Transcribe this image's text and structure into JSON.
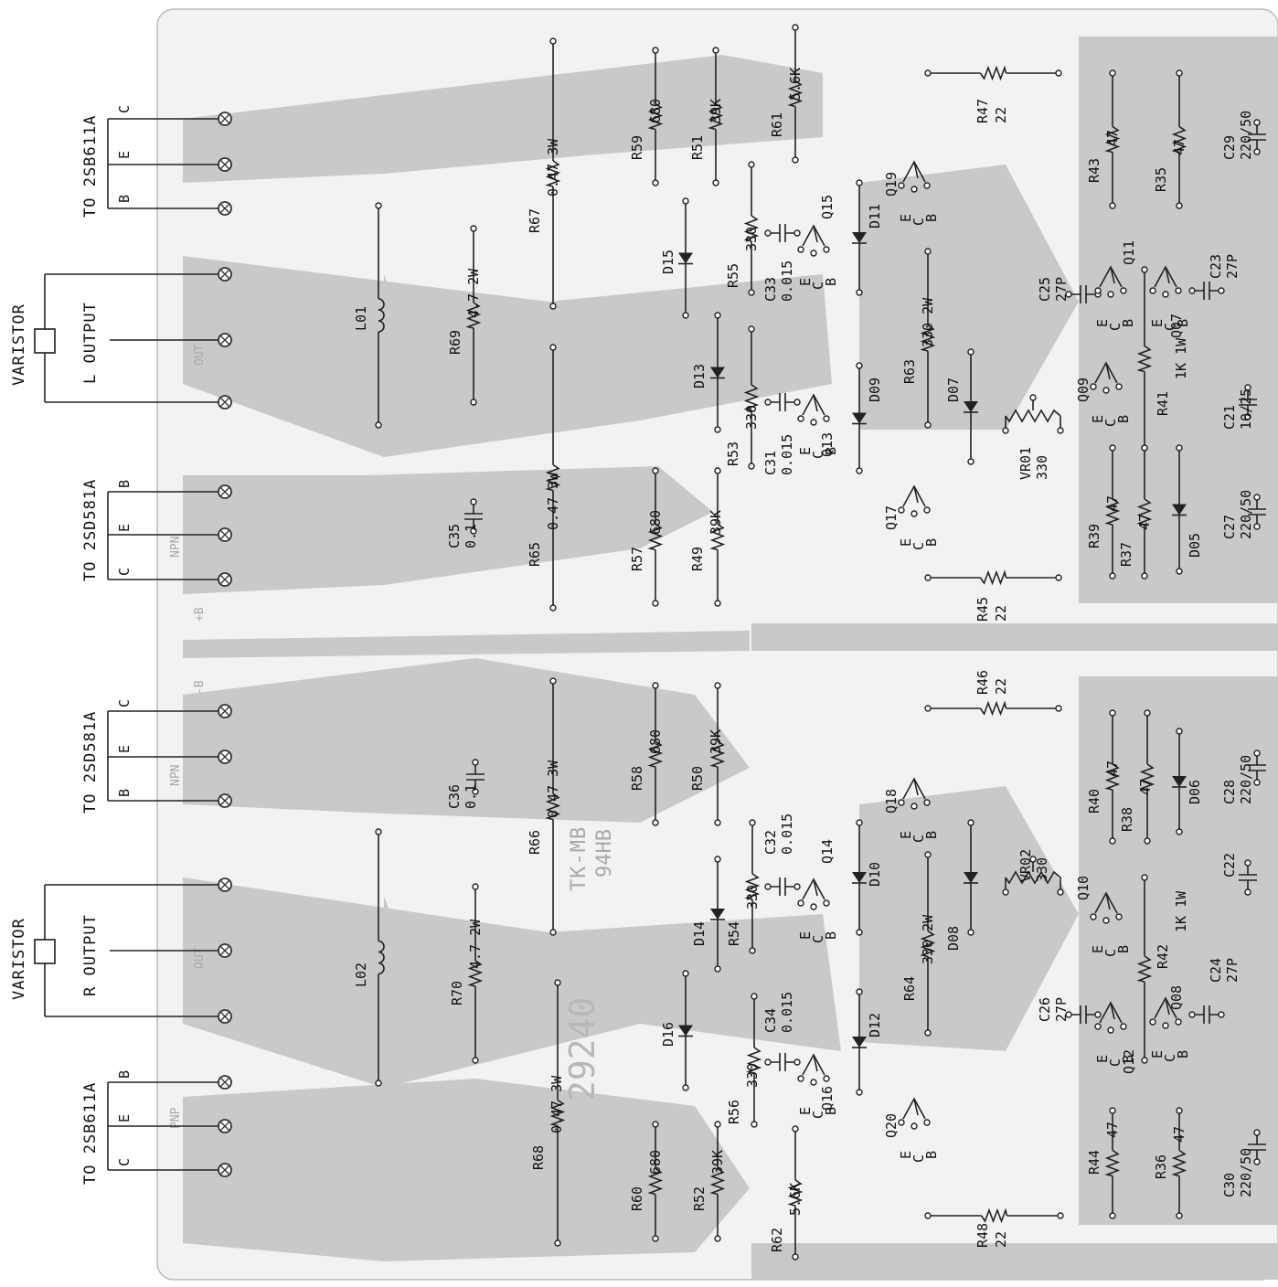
{
  "board": {
    "silkscreen": [
      "TK-MB",
      "94HB",
      "29240",
      "NPN",
      "PNP",
      "+B",
      "-B",
      "OUT"
    ]
  },
  "connectors": {
    "left_output": {
      "varistor": "VARISTOR",
      "label": "L OUTPUT"
    },
    "right_output": {
      "varistor": "VARISTOR",
      "label": "R OUTPUT"
    },
    "t1": {
      "label": "TO 2SB611A",
      "pins": [
        "B",
        "E",
        "C"
      ]
    },
    "t2": {
      "label": "TO 2SD581A",
      "pins": [
        "C",
        "E",
        "B"
      ]
    },
    "t3": {
      "label": "TO 2SD581A",
      "pins": [
        "B",
        "E",
        "C"
      ]
    },
    "t4": {
      "label": "TO 2SB611A",
      "pins": [
        "C",
        "E",
        "B"
      ]
    }
  },
  "components": [
    {
      "ref": "R67",
      "value": "0.47 3W"
    },
    {
      "ref": "R65",
      "value": "0.47 3W"
    },
    {
      "ref": "R66",
      "value": "0.47 3W"
    },
    {
      "ref": "R68",
      "value": "0.47 3W"
    },
    {
      "ref": "R69",
      "value": "4.7 2W"
    },
    {
      "ref": "R70",
      "value": "4.7 2W"
    },
    {
      "ref": "L01",
      "value": ""
    },
    {
      "ref": "L02",
      "value": ""
    },
    {
      "ref": "C35",
      "value": "0.1"
    },
    {
      "ref": "C36",
      "value": "0.1"
    },
    {
      "ref": "R59",
      "value": "680"
    },
    {
      "ref": "R57",
      "value": "680"
    },
    {
      "ref": "R58",
      "value": "680"
    },
    {
      "ref": "R60",
      "value": "680"
    },
    {
      "ref": "R51",
      "value": "39K"
    },
    {
      "ref": "R49",
      "value": "39K"
    },
    {
      "ref": "R50",
      "value": "39K"
    },
    {
      "ref": "R52",
      "value": "39K"
    },
    {
      "ref": "R61",
      "value": "5.6K"
    },
    {
      "ref": "R62",
      "value": "5.6K"
    },
    {
      "ref": "R55",
      "value": "330"
    },
    {
      "ref": "R53",
      "value": "330"
    },
    {
      "ref": "R54",
      "value": "330"
    },
    {
      "ref": "R56",
      "value": "330"
    },
    {
      "ref": "C33",
      "value": "0.015"
    },
    {
      "ref": "C31",
      "value": "0.015"
    },
    {
      "ref": "C32",
      "value": "0.015"
    },
    {
      "ref": "C34",
      "value": "0.015"
    },
    {
      "ref": "D15",
      "value": ""
    },
    {
      "ref": "D13",
      "value": ""
    },
    {
      "ref": "D14",
      "value": ""
    },
    {
      "ref": "D16",
      "value": ""
    },
    {
      "ref": "D11",
      "value": ""
    },
    {
      "ref": "D09",
      "value": ""
    },
    {
      "ref": "D10",
      "value": ""
    },
    {
      "ref": "D12",
      "value": ""
    },
    {
      "ref": "D07",
      "value": ""
    },
    {
      "ref": "D08",
      "value": ""
    },
    {
      "ref": "D05",
      "value": ""
    },
    {
      "ref": "D06",
      "value": ""
    },
    {
      "ref": "Q15",
      "value": ""
    },
    {
      "ref": "Q13",
      "value": ""
    },
    {
      "ref": "Q14",
      "value": ""
    },
    {
      "ref": "Q16",
      "value": ""
    },
    {
      "ref": "Q17",
      "value": ""
    },
    {
      "ref": "Q18",
      "value": ""
    },
    {
      "ref": "Q19",
      "value": ""
    },
    {
      "ref": "Q20",
      "value": ""
    },
    {
      "ref": "R63",
      "value": "330 2W"
    },
    {
      "ref": "R64",
      "value": "330 2W"
    },
    {
      "ref": "VR01",
      "value": "330"
    },
    {
      "ref": "VR02",
      "value": "330"
    },
    {
      "ref": "Q09",
      "value": ""
    },
    {
      "ref": "Q10",
      "value": ""
    },
    {
      "ref": "R47",
      "value": "22"
    },
    {
      "ref": "R45",
      "value": "22"
    },
    {
      "ref": "R46",
      "value": "22"
    },
    {
      "ref": "R48",
      "value": "22"
    },
    {
      "ref": "C25",
      "value": "27P"
    },
    {
      "ref": "C26",
      "value": "27P"
    },
    {
      "ref": "Q11",
      "value": ""
    },
    {
      "ref": "Q12",
      "value": ""
    },
    {
      "ref": "R43",
      "value": "47"
    },
    {
      "ref": "R39",
      "value": "47"
    },
    {
      "ref": "R40",
      "value": "47"
    },
    {
      "ref": "R44",
      "value": "47"
    },
    {
      "ref": "R41",
      "value": "1K 1W"
    },
    {
      "ref": "R42",
      "value": "1K 1W"
    },
    {
      "ref": "R37",
      "value": "47"
    },
    {
      "ref": "R38",
      "value": "47"
    },
    {
      "ref": "R35",
      "value": "47"
    },
    {
      "ref": "R36",
      "value": "47"
    },
    {
      "ref": "Q07",
      "value": ""
    },
    {
      "ref": "Q08",
      "value": ""
    },
    {
      "ref": "C23",
      "value": "27P"
    },
    {
      "ref": "C24",
      "value": "27P"
    },
    {
      "ref": "C21",
      "value": "10/25"
    },
    {
      "ref": "C22",
      "value": ""
    },
    {
      "ref": "C27",
      "value": "220/50"
    },
    {
      "ref": "C28",
      "value": "220/50"
    },
    {
      "ref": "C29",
      "value": "220/50"
    },
    {
      "ref": "C30",
      "value": "220/50"
    }
  ],
  "transistor_pins": [
    "E",
    "C",
    "B"
  ]
}
